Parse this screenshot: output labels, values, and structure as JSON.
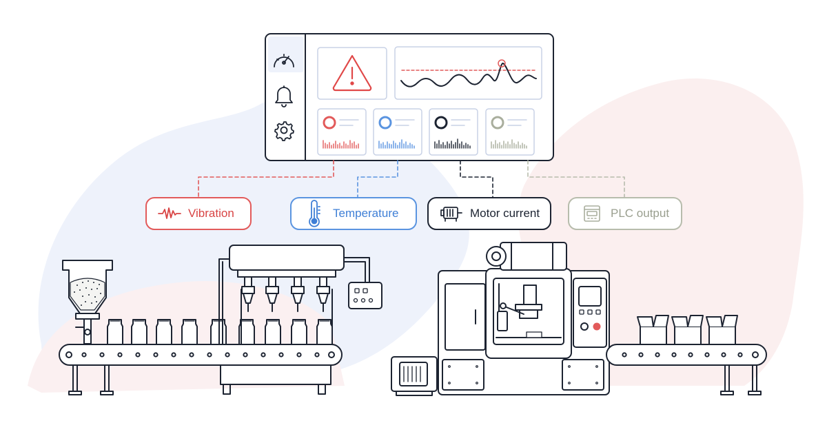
{
  "sensors": [
    {
      "label": "Vibration",
      "icon": "vibration-wave-icon",
      "color": "#d84444"
    },
    {
      "label": "Temperature",
      "icon": "thermometer-icon",
      "color": "#3f7fd6"
    },
    {
      "label": "Motor current",
      "icon": "motor-icon",
      "color": "#1c2331"
    },
    {
      "label": "PLC output",
      "icon": "plc-module-icon",
      "color": "#9a9f8f"
    }
  ],
  "dashboard": {
    "sidebar_icons": [
      "gauge-icon",
      "bell-icon",
      "gear-icon"
    ],
    "alert_icon": "warning-triangle-icon",
    "chart_threshold_color": "#e25a5a"
  },
  "colors": {
    "line": "#1c2331",
    "blob_blue": "#ecf1fb",
    "blob_pink": "#fbefef"
  }
}
